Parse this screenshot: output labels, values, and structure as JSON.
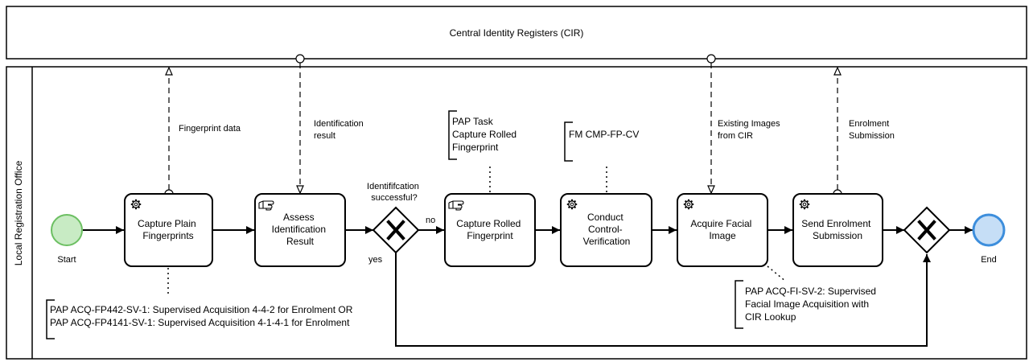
{
  "pools": {
    "cir": "Central Identity Registers (CIR)",
    "lro": "Local Registration Office"
  },
  "events": {
    "start": "Start",
    "end": "End"
  },
  "tasks": [
    {
      "id": "capture-plain",
      "type": "service",
      "lines": [
        "Capture Plain",
        "Fingerprints"
      ]
    },
    {
      "id": "assess",
      "type": "manual",
      "lines": [
        "Assess",
        "Identification",
        "Result"
      ]
    },
    {
      "id": "capture-rolled",
      "type": "manual",
      "lines": [
        "Capture Rolled",
        "Fingerprint"
      ]
    },
    {
      "id": "control-verification",
      "type": "service",
      "lines": [
        "Conduct",
        "Control-",
        "Verification"
      ]
    },
    {
      "id": "acquire-facial",
      "type": "service",
      "lines": [
        "Acquire Facial",
        "Image"
      ]
    },
    {
      "id": "send-enrolment",
      "type": "service",
      "lines": [
        "Send Enrolment",
        "Submission"
      ]
    }
  ],
  "gateways": {
    "question": [
      "Identififcation",
      "successful?"
    ],
    "no": "no",
    "yes": "yes"
  },
  "messages": [
    {
      "id": "fingerprint-data",
      "lines": [
        "Fingerprint data"
      ]
    },
    {
      "id": "identification-result",
      "lines": [
        "Identification",
        "result"
      ]
    },
    {
      "id": "existing-images",
      "lines": [
        "Existing Images",
        "from CIR"
      ]
    },
    {
      "id": "enrolment-submission",
      "lines": [
        "Enrolment",
        "Submission"
      ]
    }
  ],
  "annotations": [
    {
      "id": "pap-acq-fp",
      "lines": [
        "PAP ACQ-FP442-SV-1: Supervised Acquisition 4-4-2 for Enrolment OR",
        "PAP ACQ-FP4141-SV-1: Supervised Acquisition 4-1-4-1 for Enrolment"
      ]
    },
    {
      "id": "pap-task",
      "lines": [
        "PAP Task",
        "Capture Rolled",
        "Fingerprint"
      ]
    },
    {
      "id": "fm-cmp",
      "lines": [
        "FM CMP-FP-CV"
      ]
    },
    {
      "id": "pap-acq-fi",
      "lines": [
        "PAP ACQ-FI-SV-2: Supervised",
        "Facial Image Acquisition with",
        "CIR Lookup"
      ]
    }
  ],
  "colors": {
    "start_fill": "#c8ebc4",
    "start_stroke": "#6cbf62",
    "start_text": "#3a9a38",
    "end_fill": "#c6def6",
    "end_stroke": "#3d8edc",
    "end_text": "#3d8edc"
  },
  "icons": {
    "service_task": "gear-icon",
    "manual_task": "hand-icon"
  }
}
